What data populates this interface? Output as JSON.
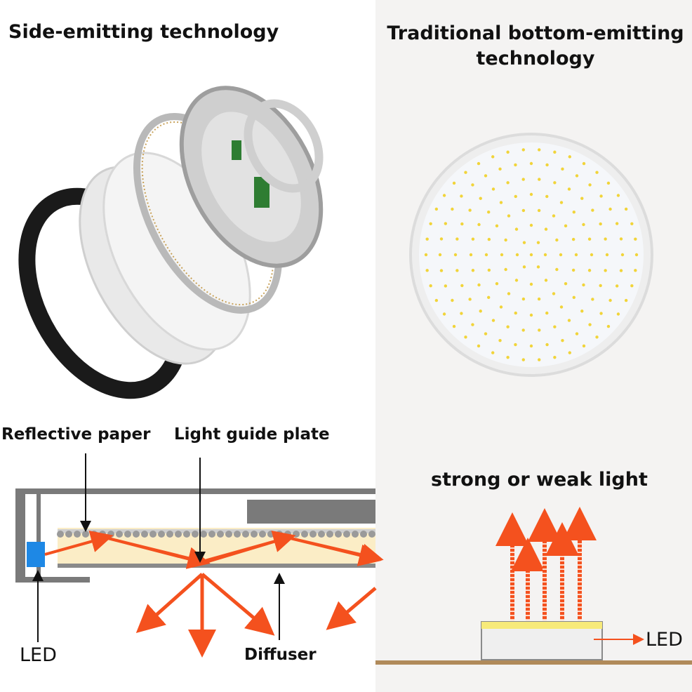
{
  "left": {
    "title": "Side-emitting technology",
    "labels": {
      "reflective_paper": "Reflective paper",
      "light_guide_plate": "Light guide plate",
      "led": "LED",
      "diffuser": "Diffuser"
    }
  },
  "right": {
    "title": "Traditional bottom-emitting technology",
    "subtitle": "strong or weak light",
    "led": "LED"
  },
  "colors": {
    "arrow": "#f4511e",
    "led_chip": "#1e88e5",
    "frame": "#7a7a7a",
    "plate": "#fbedc6",
    "ring": "#1a1a1a",
    "floor": "#b08a5a",
    "led_dot": "#f1d43a"
  }
}
